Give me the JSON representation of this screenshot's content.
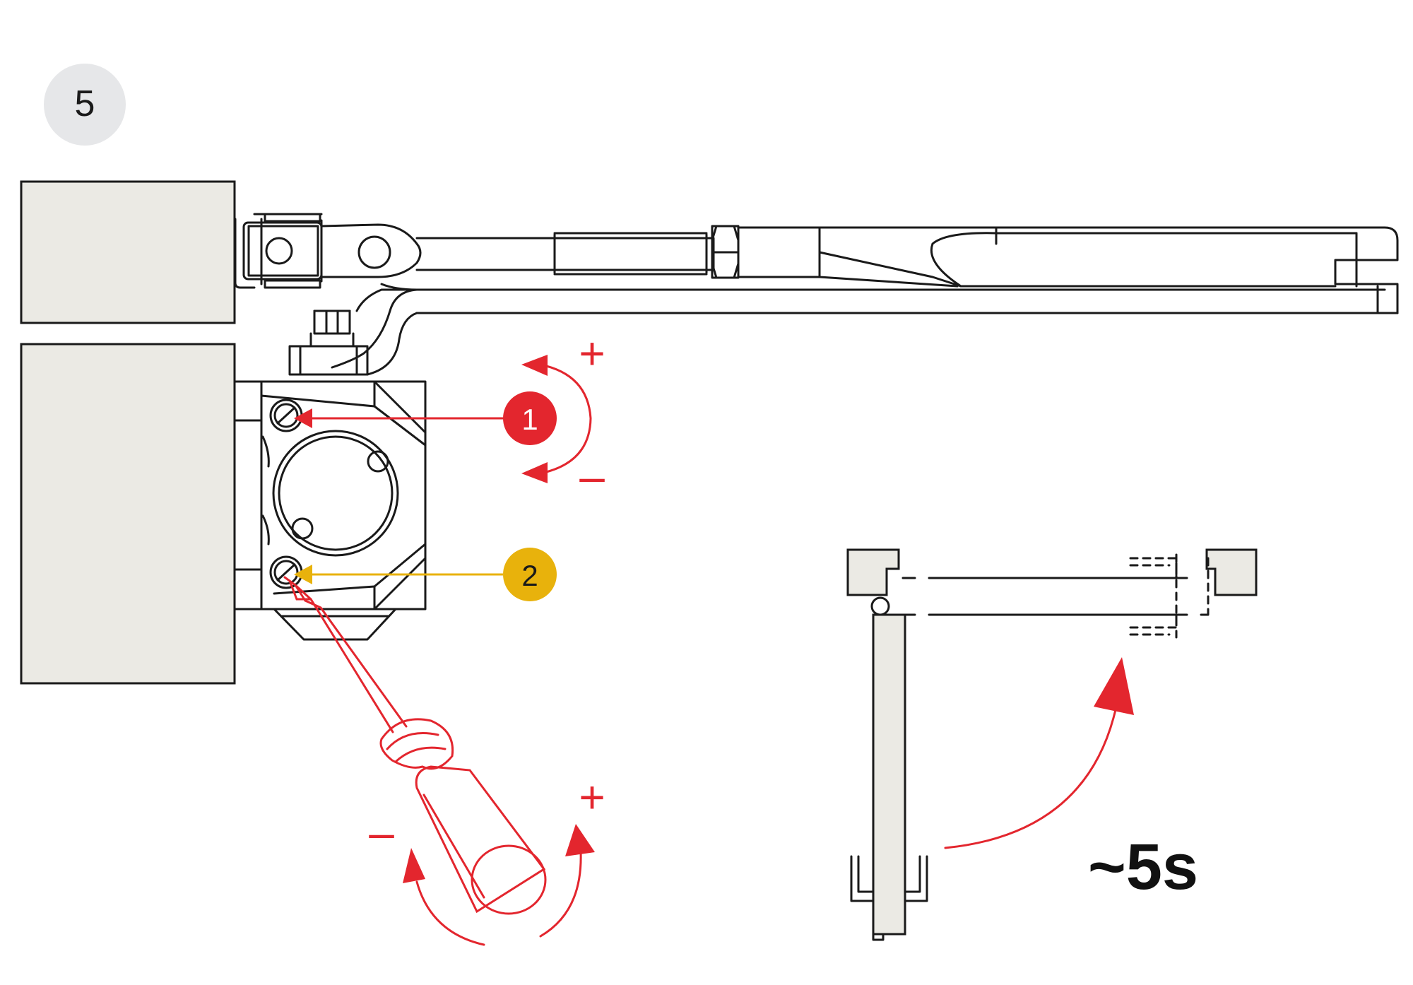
{
  "step": {
    "number": "5",
    "badge_color": "#e6e7e9"
  },
  "valves": [
    {
      "number": "1",
      "color": "#e3262e",
      "text_color": "#ffffff"
    },
    {
      "number": "2",
      "color": "#e8b20c",
      "text_color": "#1a1a1a"
    }
  ],
  "adjust_signs": {
    "plus": "+",
    "minus": "–"
  },
  "duration": "~5s",
  "colors": {
    "accent_red": "#e3262e",
    "accent_yellow": "#e8b20c",
    "wall": "#ebeae4",
    "line": "#1a1a1a"
  },
  "icons": [
    "screwdriver-icon",
    "door-closer-icon",
    "rotation-arrow-icon",
    "door-swing-icon"
  ]
}
